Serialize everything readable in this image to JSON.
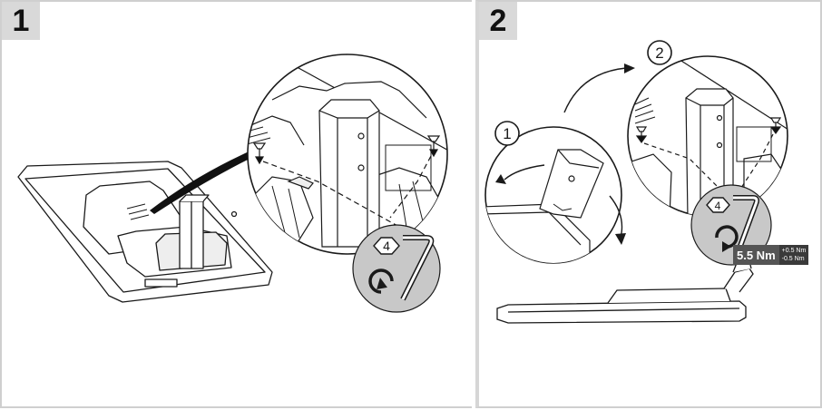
{
  "steps": [
    {
      "number": "1"
    },
    {
      "number": "2"
    }
  ],
  "callouts": {
    "step1_tool_size": "4",
    "step2_tool_size": "4",
    "order_first": "1",
    "order_second": "2"
  },
  "torque": {
    "value": "5.5 Nm",
    "tolerance_plus": "+0.5 Nm",
    "tolerance_minus": "-0.5 Nm"
  },
  "icons": [
    "hex-key-icon",
    "counterclockwise-rotate-icon",
    "clockwise-rotate-icon",
    "screw-icon",
    "rotation-arrow-icon"
  ],
  "colors": {
    "line": "#1a1a1a",
    "badge_bg": "#d9d9d9",
    "tool_circle_bg": "#c8c8c8",
    "torque_bg": "#3a3a3a"
  }
}
